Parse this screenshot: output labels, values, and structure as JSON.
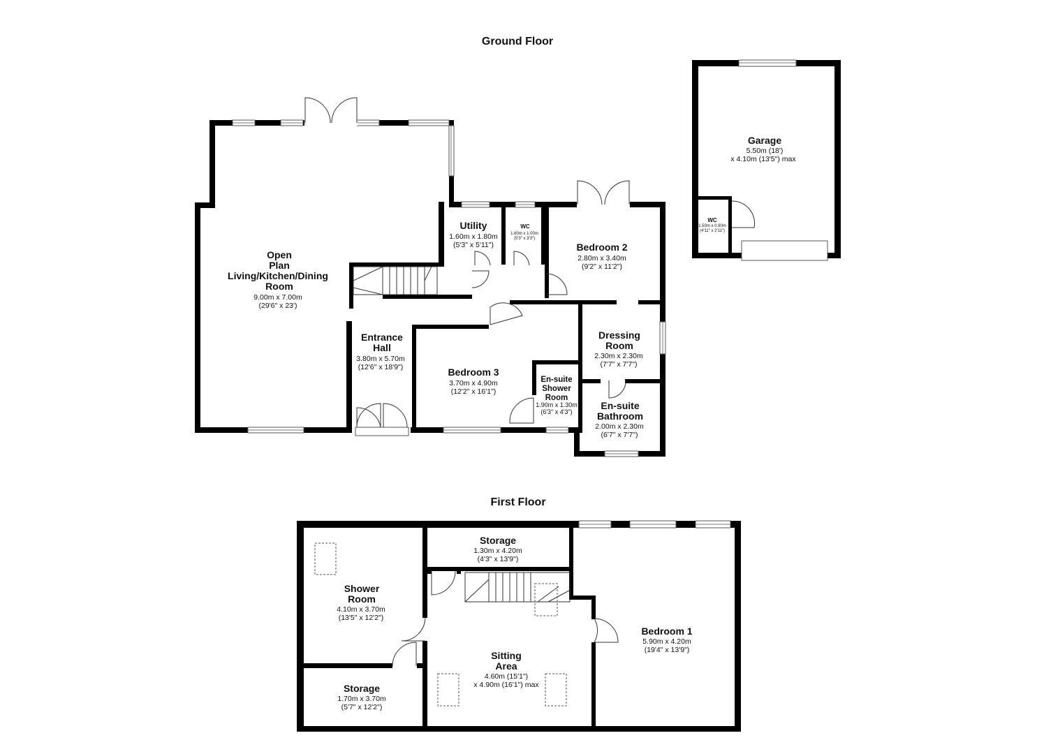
{
  "floors": [
    {
      "title": "Ground Floor"
    },
    {
      "title": "First Floor"
    }
  ],
  "rooms": {
    "living": {
      "name_lines": [
        "Open",
        "Plan",
        "Living/Kitchen/Dining",
        "Room"
      ],
      "dim_metric": "9.00m x 7.00m",
      "dim_imperial": "(29'6\" x 23')"
    },
    "utility": {
      "name_lines": [
        "Utility"
      ],
      "dim_metric": "1.60m x 1.80m",
      "dim_imperial": "(5'3\" x 5'11\")"
    },
    "wc_ground": {
      "name_lines": [
        "WC"
      ],
      "dim_metric": "1.60m x 1.00m",
      "dim_imperial": "(5'3\" x 3'3\")"
    },
    "bedroom2": {
      "name_lines": [
        "Bedroom 2"
      ],
      "dim_metric": "2.80m x 3.40m",
      "dim_imperial": "(9'2\" x 11'2\")"
    },
    "entrance": {
      "name_lines": [
        "Entrance",
        "Hall"
      ],
      "dim_metric": "3.80m x 5.70m",
      "dim_imperial": "(12'6\" x 18'9\")"
    },
    "bedroom3": {
      "name_lines": [
        "Bedroom 3"
      ],
      "dim_metric": "3.70m x 4.90m",
      "dim_imperial": "(12'2\" x 16'1\")"
    },
    "ensuite_shower": {
      "name_lines": [
        "En-suite",
        "Shower",
        "Room"
      ],
      "dim_metric": "1.90m x 1.30m",
      "dim_imperial": "(6'3\" x 4'3\")"
    },
    "dressing": {
      "name_lines": [
        "Dressing",
        "Room"
      ],
      "dim_metric": "2.30m x 2.30m",
      "dim_imperial": "(7'7\" x 7'7\")"
    },
    "ensuite_bath": {
      "name_lines": [
        "En-suite",
        "Bathroom"
      ],
      "dim_metric": "2.00m x 2.30m",
      "dim_imperial": "(6'7\" x 7'7\")"
    },
    "garage": {
      "name_lines": [
        "Garage"
      ],
      "dim_metric": "5.50m (18')",
      "dim_imperial": "x 4.10m (13'5\") max"
    },
    "wc_garage": {
      "name_lines": [
        "WC"
      ],
      "dim_metric": "1.50m x 0.90m",
      "dim_imperial": "(4'11\" x 2'11\")"
    },
    "storage_top": {
      "name_lines": [
        "Storage"
      ],
      "dim_metric": "1.30m x 4.20m",
      "dim_imperial": "(4'3\" x 13'9\")"
    },
    "shower_room": {
      "name_lines": [
        "Shower",
        "Room"
      ],
      "dim_metric": "4.10m x 3.70m",
      "dim_imperial": "(13'5\" x 12'2\")"
    },
    "storage_bottom": {
      "name_lines": [
        "Storage"
      ],
      "dim_metric": "1.70m x 3.70m",
      "dim_imperial": "(5'7\" x 12'2\")"
    },
    "sitting": {
      "name_lines": [
        "Sitting",
        "Area"
      ],
      "dim_metric": "4.60m (15'1\")",
      "dim_imperial": "x 4.90m (16'1\") max"
    },
    "bedroom1": {
      "name_lines": [
        "Bedroom 1"
      ],
      "dim_metric": "5.90m x 4.20m",
      "dim_imperial": "(19'4\" x 13'9\")"
    }
  }
}
